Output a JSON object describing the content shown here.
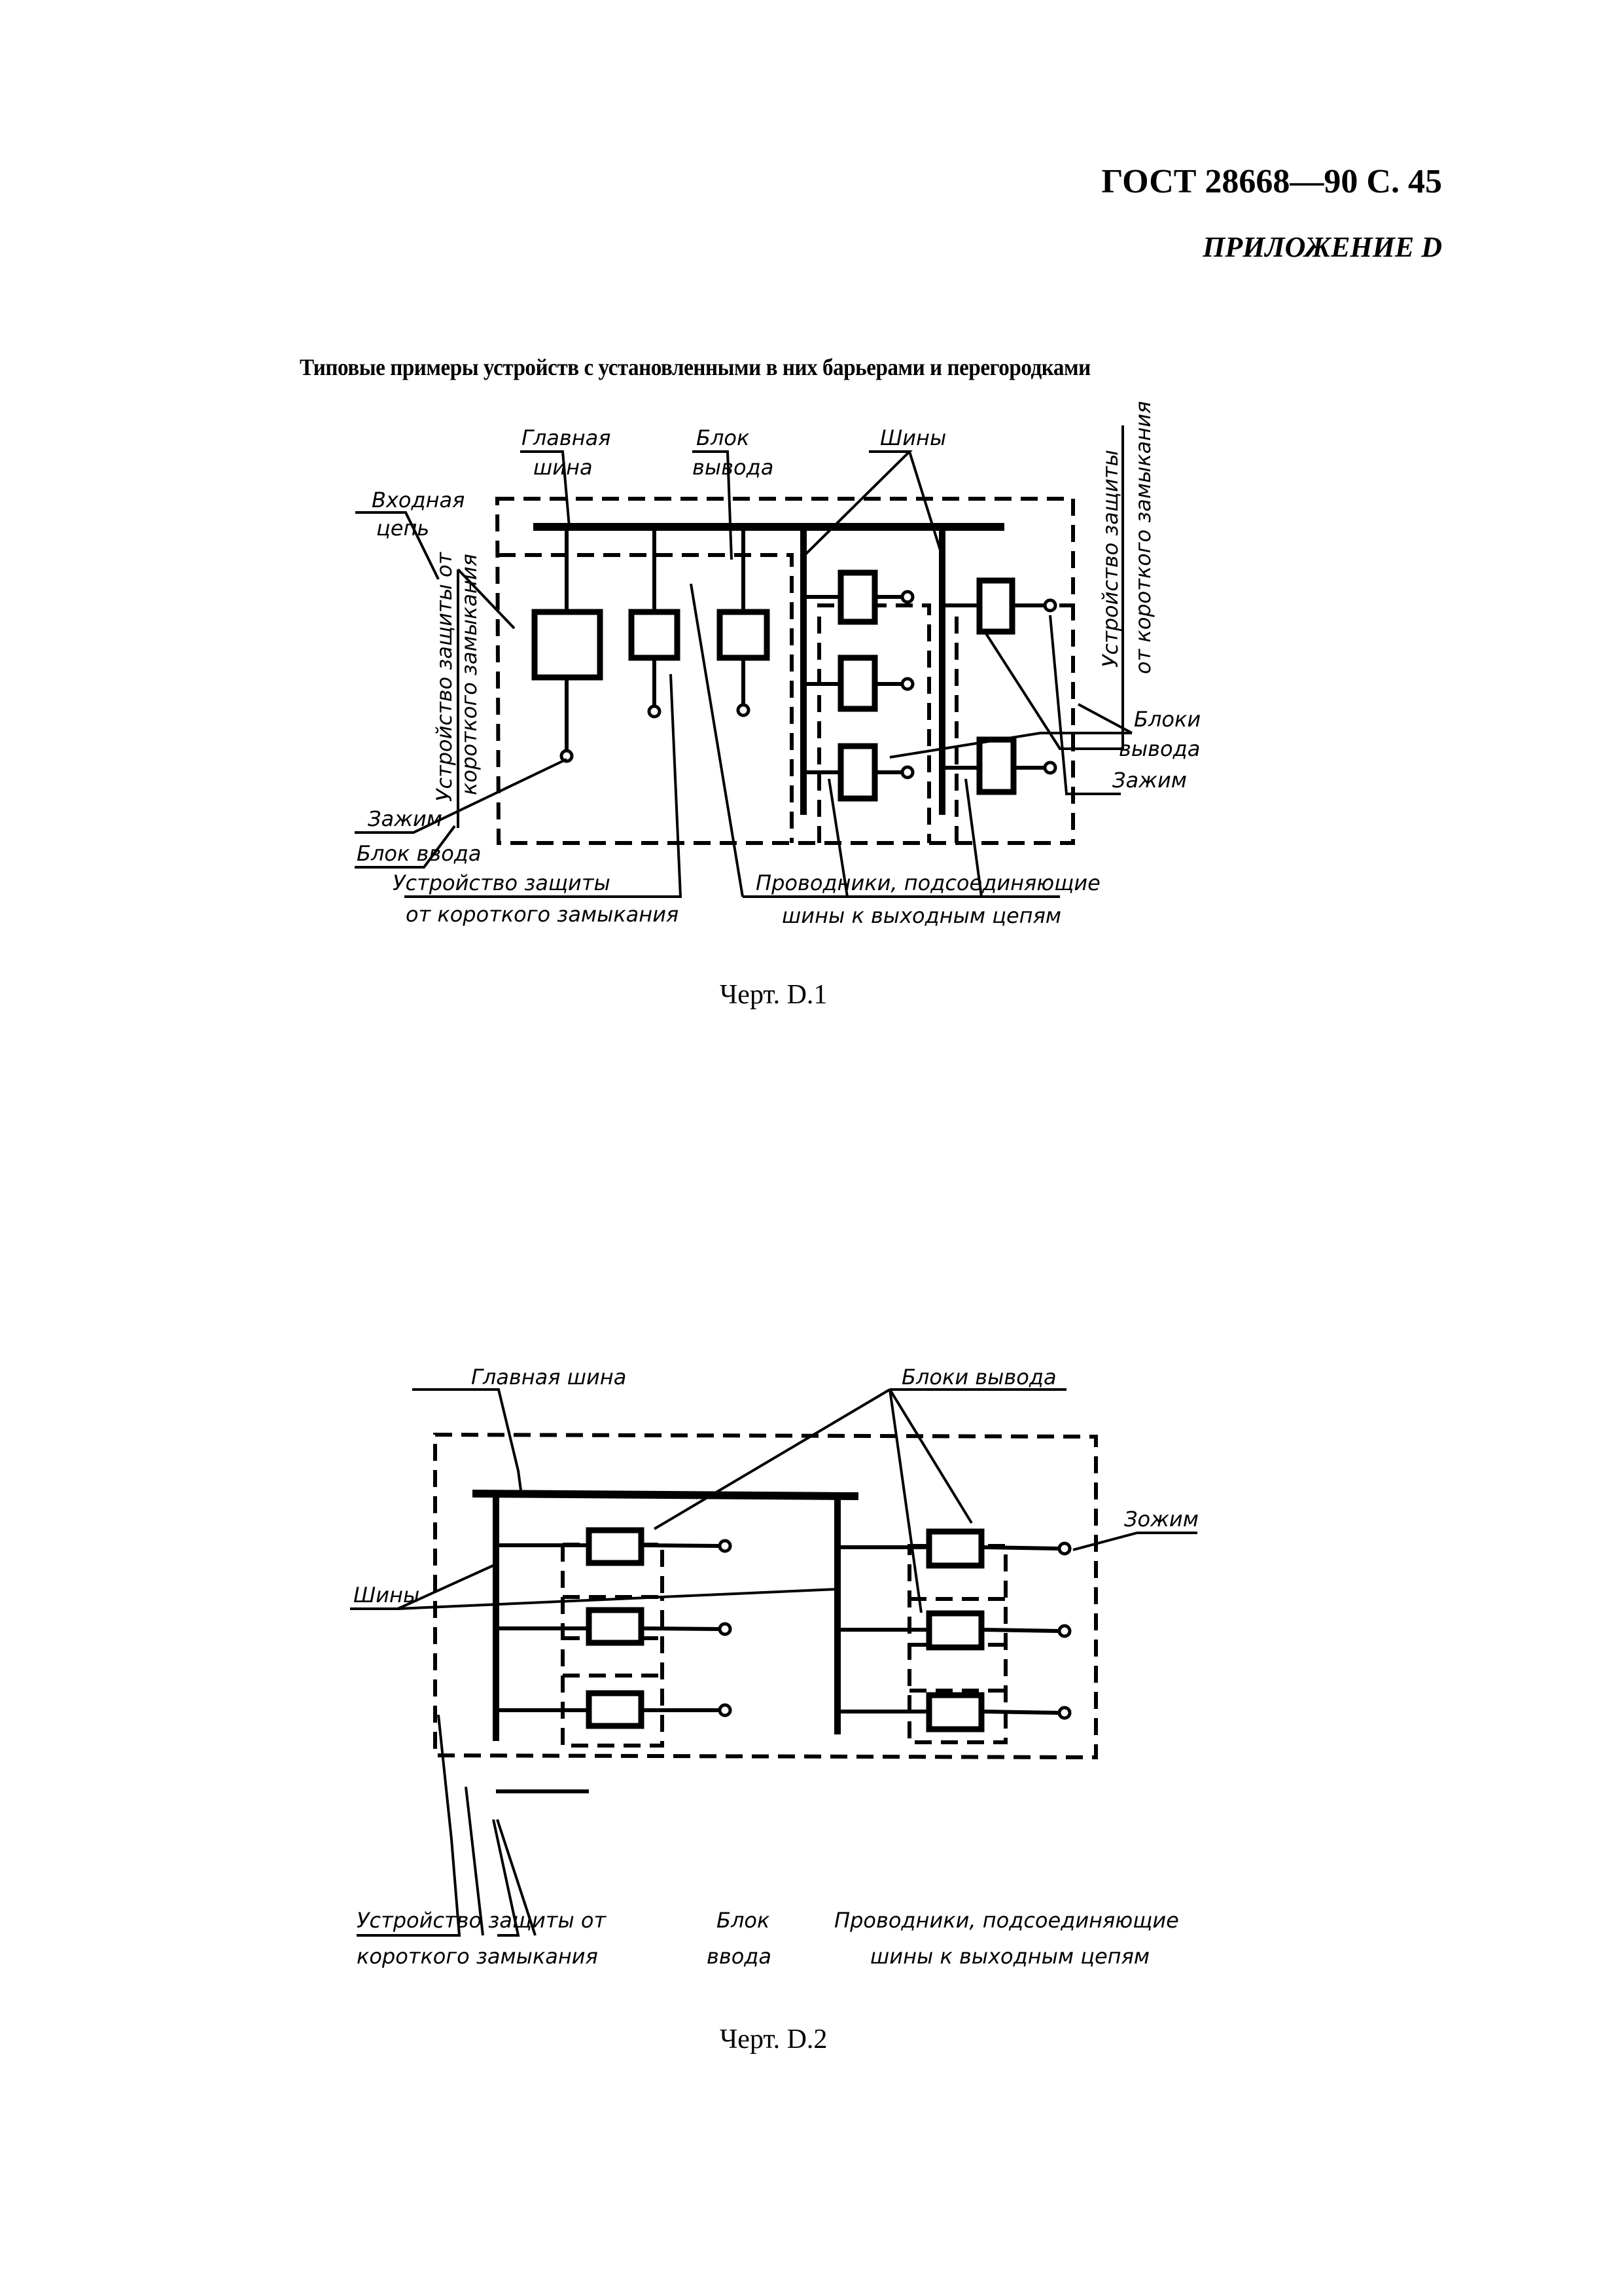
{
  "header": {
    "title": "ГОСТ 28668—90 С. 45",
    "appendix": "ПРИЛОЖЕНИЕ D"
  },
  "section_title": "Типовые примеры устройств с установленными в них барьерами и перегородками",
  "figure1": {
    "caption": "Черт. D.1",
    "labels": {
      "main_bus_1": "Главная",
      "main_bus_2": "шина",
      "output_unit_1": "Блок",
      "output_unit_2": "вывода",
      "buses": "Шины",
      "input_circuit_1": "Входная",
      "input_circuit_2": "цепь",
      "scp_vertical_left_1": "Устройство защиты от",
      "scp_vertical_left_2": "короткого замыкания",
      "scp_vertical_right_1": "Устройство защиты",
      "scp_vertical_right_2": "от короткого замыкания",
      "output_units_1": "Блоки",
      "output_units_2": "вывода",
      "terminal_right": "Зажим",
      "terminal_left": "Зажим",
      "input_unit": "Блок ввода",
      "scp_bottom_1": "Устройство защиты",
      "scp_bottom_2": "от короткого замыкания",
      "conductors_1": "Проводники, подсоединяющие",
      "conductors_2": "шины к выходным цепям"
    }
  },
  "figure2": {
    "caption": "Черт. D.2",
    "labels": {
      "main_bus": "Главная шина",
      "output_units": "Блоки вывода",
      "terminal": "Зожим",
      "buses": "Шины",
      "scp_1": "Устройство защиты от",
      "scp_2": "короткого замыкания",
      "input_unit_1": "Блок",
      "input_unit_2": "ввода",
      "conductors_1": "Проводники, подсоединяющие",
      "conductors_2": "шины к выходным цепям"
    }
  }
}
